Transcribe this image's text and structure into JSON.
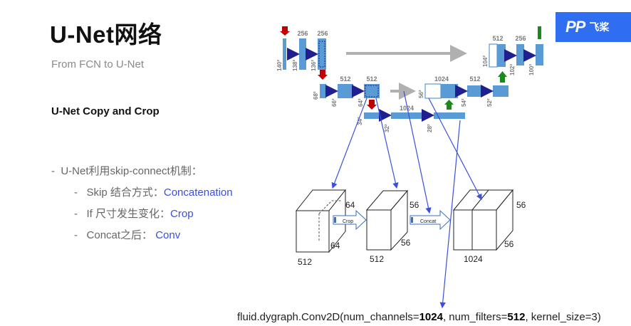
{
  "title": "U-Net网络",
  "subtitle": "From FCN to U-Net",
  "section_heading": "U-Net Copy and Crop",
  "bullets": [
    {
      "dash": "-",
      "text": "U-Net利用skip-connect机制："
    },
    {
      "dash": "-",
      "text": "Skip 结合方式：",
      "highlight": "Concatenation"
    },
    {
      "dash": "-",
      "text": "If 尺寸发生变化：",
      "highlight": "Crop"
    },
    {
      "dash": "-",
      "text": "Concat之后：",
      "highlight": "Conv"
    }
  ],
  "logo": {
    "mark": "PP",
    "name": "飞桨"
  },
  "code": {
    "p1": "fluid.dygraph.Conv2D(num_channels=",
    "v1": "1024",
    "p2": ", num_filters=",
    "v2": "512",
    "p3": ", kernel_size=3)"
  },
  "unet_labels": {
    "ch_256a": "256",
    "ch_256b": "256",
    "ch_512a": "512",
    "ch_512b": "512",
    "ch_1024a": "1024",
    "ch_1024b": "1024",
    "ch_512c": "512",
    "ch_512d": "512",
    "ch_256c": "256",
    "sz_140": "140²",
    "sz_138": "138²",
    "sz_136": "136²",
    "sz_68": "68²",
    "sz_66": "66²",
    "sz_64": "64²",
    "sz_34": "34²",
    "sz_32": "32²",
    "sz_28": "28²",
    "sz_56": "56²",
    "sz_54": "54²",
    "sz_52": "52²",
    "sz_104": "104²",
    "sz_102": "102²",
    "sz_100": "100²"
  },
  "cube_labels": {
    "c1_top": "64",
    "c1_side": "64",
    "c1_bottom": "512",
    "c2_top": "56",
    "c2_side": "56",
    "c2_bottom": "512",
    "c3_side_top": "56",
    "c3_side": "56",
    "c3_bottom": "1024",
    "crop": "Crop",
    "concat": "Concat"
  },
  "colors": {
    "block": "#5b9bd5",
    "arrow_dark": "#1f1f8f",
    "arrow_red": "#c00000",
    "arrow_green": "#1a8a1a",
    "arrow_gray": "#b0b0b0",
    "accent": "#3a4fe0",
    "logo_bg": "#2f6ef0"
  }
}
